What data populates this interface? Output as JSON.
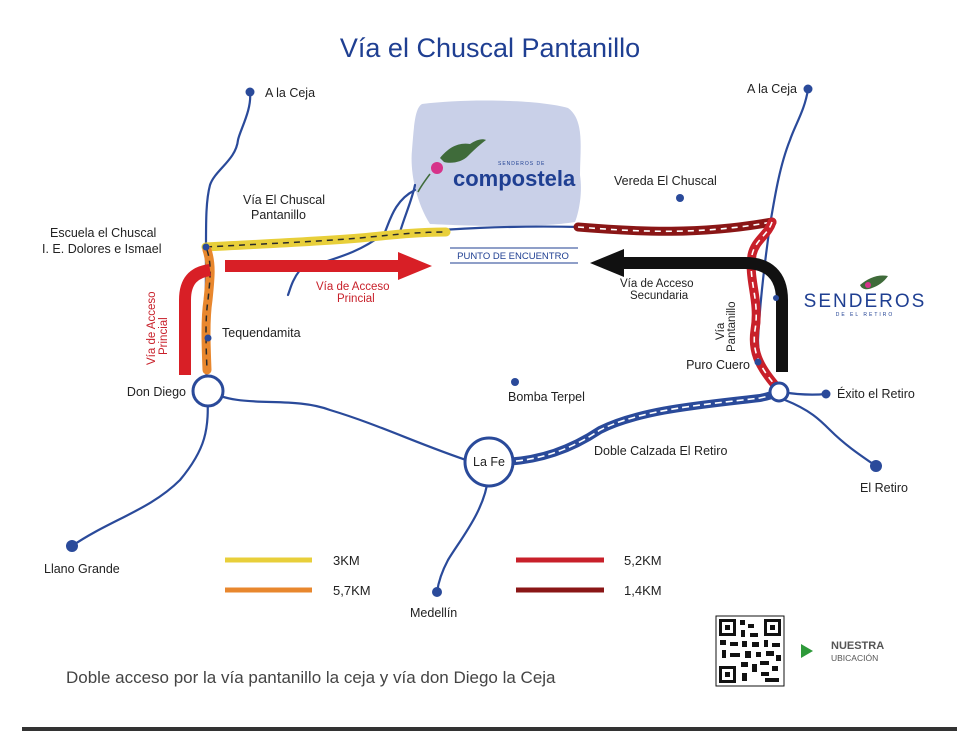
{
  "title": "Vía el Chuscal Pantanillo",
  "places": {
    "a_la_ceja_left": "A la Ceja",
    "a_la_ceja_right": "A la Ceja",
    "escuela_line1": "Escuela el Chuscal",
    "escuela_line2": "I. E. Dolores e Ismael",
    "via_chuscal_line1": "Vía El Chuscal",
    "via_chuscal_line2": "Pantanillo",
    "vereda": "Vereda El Chuscal",
    "tequendamita": "Tequendamita",
    "don_diego": "Don Diego",
    "bomba": "Bomba Terpel",
    "puro_cuero": "Puro Cuero",
    "exito": "Éxito el Retiro",
    "la_fe": "La Fe",
    "doble_calzada": "Doble Calzada El Retiro",
    "el_retiro": "El Retiro",
    "llano_grande": "Llano Grande",
    "medellin": "Medellín",
    "via_pantanillo_line1": "Vía",
    "via_pantanillo_line2": "Pantanillo"
  },
  "routes": {
    "principal_line1": "Vía de Acceso",
    "principal_line2": "Princial",
    "principal_vertical_line1": "Vía de Acceso",
    "principal_vertical_line2": "Princial",
    "secundaria_line1": "Vía de Acceso",
    "secundaria_line2": "Secundaria",
    "punto_encuentro": "PUNTO DE ENCUENTRO"
  },
  "logos": {
    "compostela": "compostela",
    "compostela_small": "SENDEROS DE",
    "senderos": "SENDEROS",
    "senderos_small": "DE EL RETIRO"
  },
  "legend": [
    {
      "label": "3KM",
      "color": "#e8cf3a"
    },
    {
      "label": "5,7KM",
      "color": "#e8872e"
    },
    {
      "label": "5,2KM",
      "color": "#c8202a"
    },
    {
      "label": "1,4KM",
      "color": "#8a1616"
    }
  ],
  "qr": {
    "line1": "NUESTRA",
    "line2": "UBICACIÓN"
  },
  "footer": "Doble acceso por la vía pantanillo la ceja y vía don Diego la Ceja",
  "colors": {
    "road": "#2a4a9a",
    "title": "#1f3f92",
    "principal_arrow": "#d81f26",
    "secondary_arrow": "#111111",
    "cloud": "#c9d0e8"
  }
}
